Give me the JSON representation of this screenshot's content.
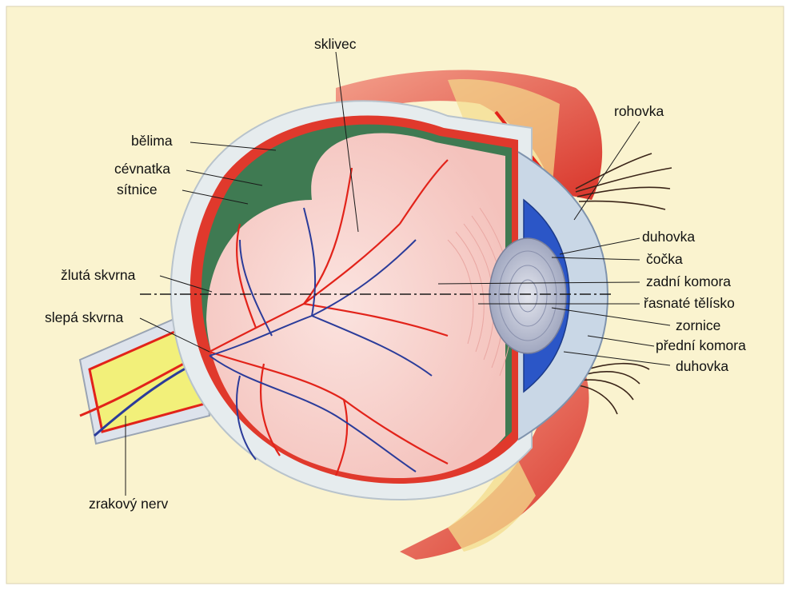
{
  "diagram": {
    "labels": {
      "sklivec": "sklivec",
      "belima": "bělima",
      "cevnatka": "cévnatka",
      "sitnice": "sítnice",
      "zluta_skvrna": "žlutá skvrna",
      "slepa_skvrna": "slepá skvrna",
      "zrakovy_nerv": "zrakový nerv",
      "rohovka": "rohovka",
      "duhovka_top": "duhovka",
      "cocka": "čočka",
      "zadni_komora": "zadní komora",
      "rasnate_telisko": "řasnaté tělísko",
      "zornice": "zornice",
      "predni_komora": "přední komora",
      "duhovka_bottom": "duhovka"
    },
    "colors": {
      "background": "#faf3cf",
      "sclera": "#e6ecee",
      "choroid": "#e0392c",
      "retina": "#3f7a52",
      "vitreous": "#f9d6d2",
      "artery": "#e2231a",
      "vein": "#2b3c9a",
      "optic_nerve": "#f2f07a",
      "iris": "#2b56c7",
      "lens": "#b9bfd3",
      "muscle": "#e85a48",
      "fat": "#f3dc8c"
    }
  }
}
